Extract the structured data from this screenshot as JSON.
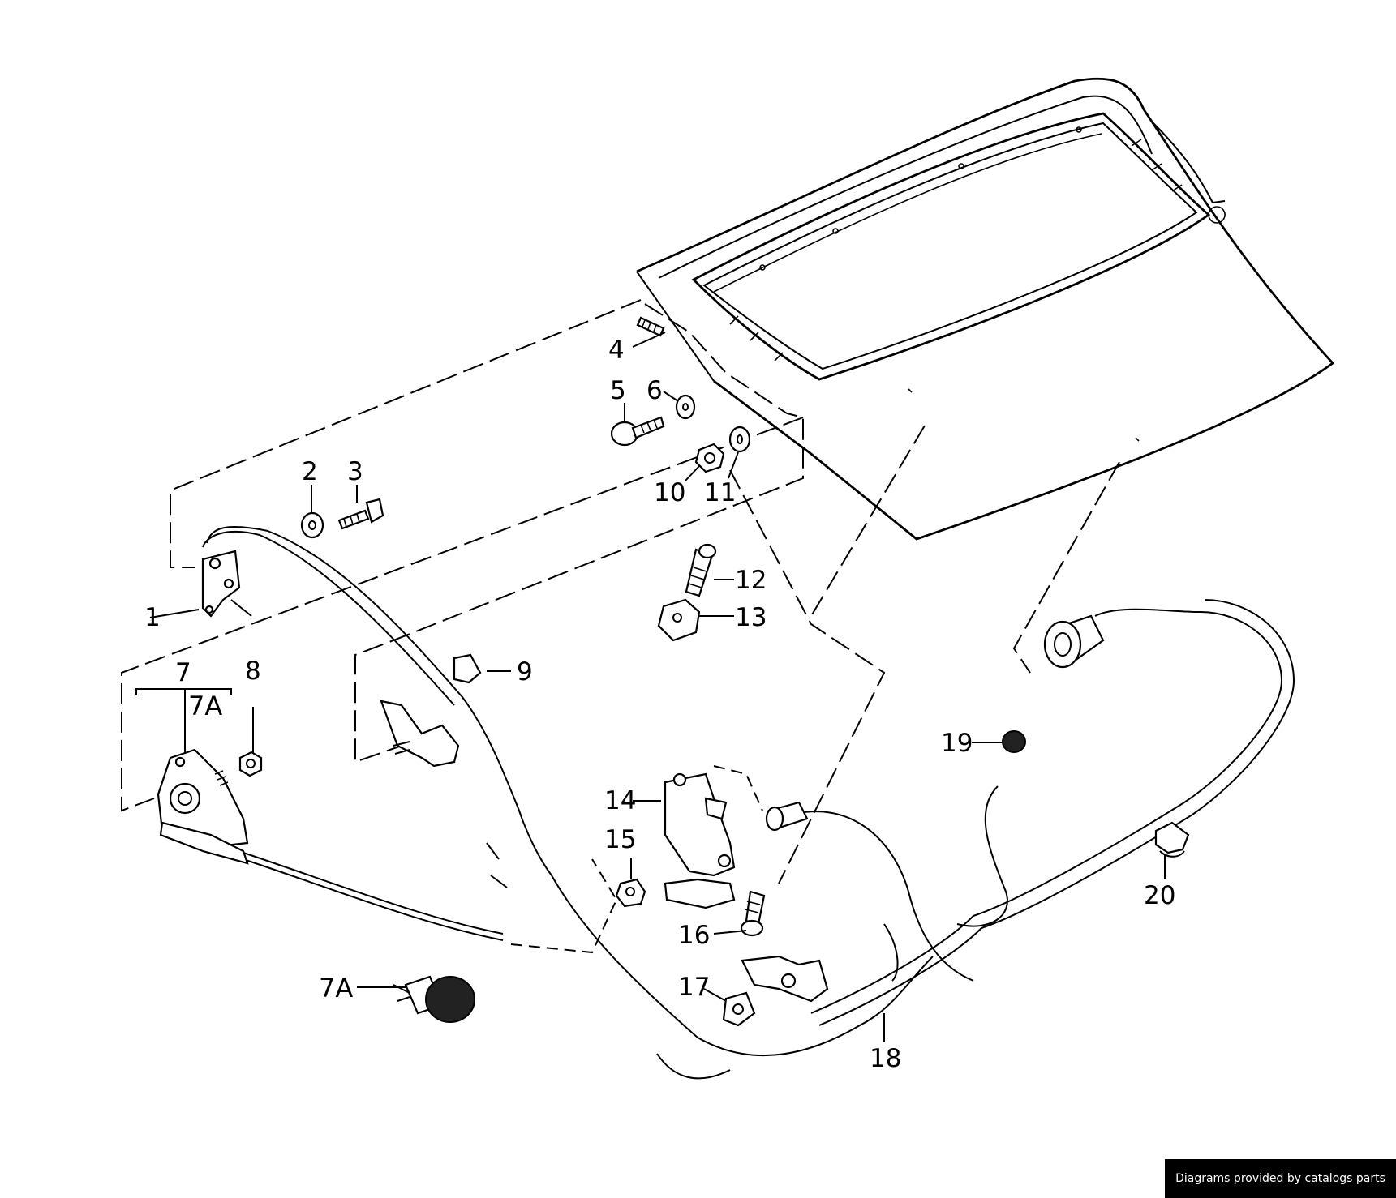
{
  "diagram": {
    "labels": [
      {
        "id": "1",
        "text": "1"
      },
      {
        "id": "2",
        "text": "2"
      },
      {
        "id": "3",
        "text": "3"
      },
      {
        "id": "4",
        "text": "4"
      },
      {
        "id": "5",
        "text": "5"
      },
      {
        "id": "6",
        "text": "6"
      },
      {
        "id": "7",
        "text": "7"
      },
      {
        "id": "7A-group",
        "text": "7A"
      },
      {
        "id": "7A-detail",
        "text": "7A"
      },
      {
        "id": "8",
        "text": "8"
      },
      {
        "id": "9",
        "text": "9"
      },
      {
        "id": "10",
        "text": "10"
      },
      {
        "id": "11",
        "text": "11"
      },
      {
        "id": "12",
        "text": "12"
      },
      {
        "id": "13",
        "text": "13"
      },
      {
        "id": "14",
        "text": "14"
      },
      {
        "id": "15",
        "text": "15"
      },
      {
        "id": "16",
        "text": "16"
      },
      {
        "id": "17",
        "text": "17"
      },
      {
        "id": "18",
        "text": "18"
      },
      {
        "id": "19",
        "text": "19"
      },
      {
        "id": "20",
        "text": "20"
      }
    ]
  },
  "credit": {
    "text": "Diagrams provided by catalogs parts"
  }
}
